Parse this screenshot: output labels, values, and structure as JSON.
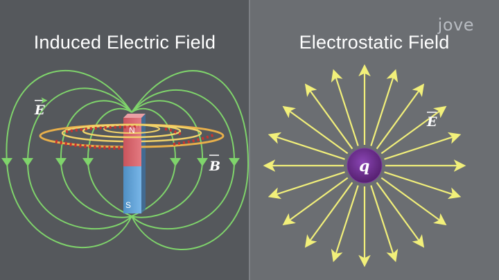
{
  "logo": {
    "text": "jove"
  },
  "left_panel": {
    "title": "Induced Electric Field",
    "label_e": "E",
    "label_b": "B",
    "magnet_north": "N",
    "magnet_south": "S"
  },
  "right_panel": {
    "title": "Electrostatic Field",
    "label_e": "E",
    "charge_label": "q"
  },
  "colors": {
    "field_line_green": "#7fd46b",
    "field_line_yellow": "#f2f07a",
    "ring_orange": "#e9b04a",
    "charge_purple": "#6a2d8e",
    "magnet_north_red": "#d9636b",
    "magnet_south_blue": "#5fa3d8"
  }
}
